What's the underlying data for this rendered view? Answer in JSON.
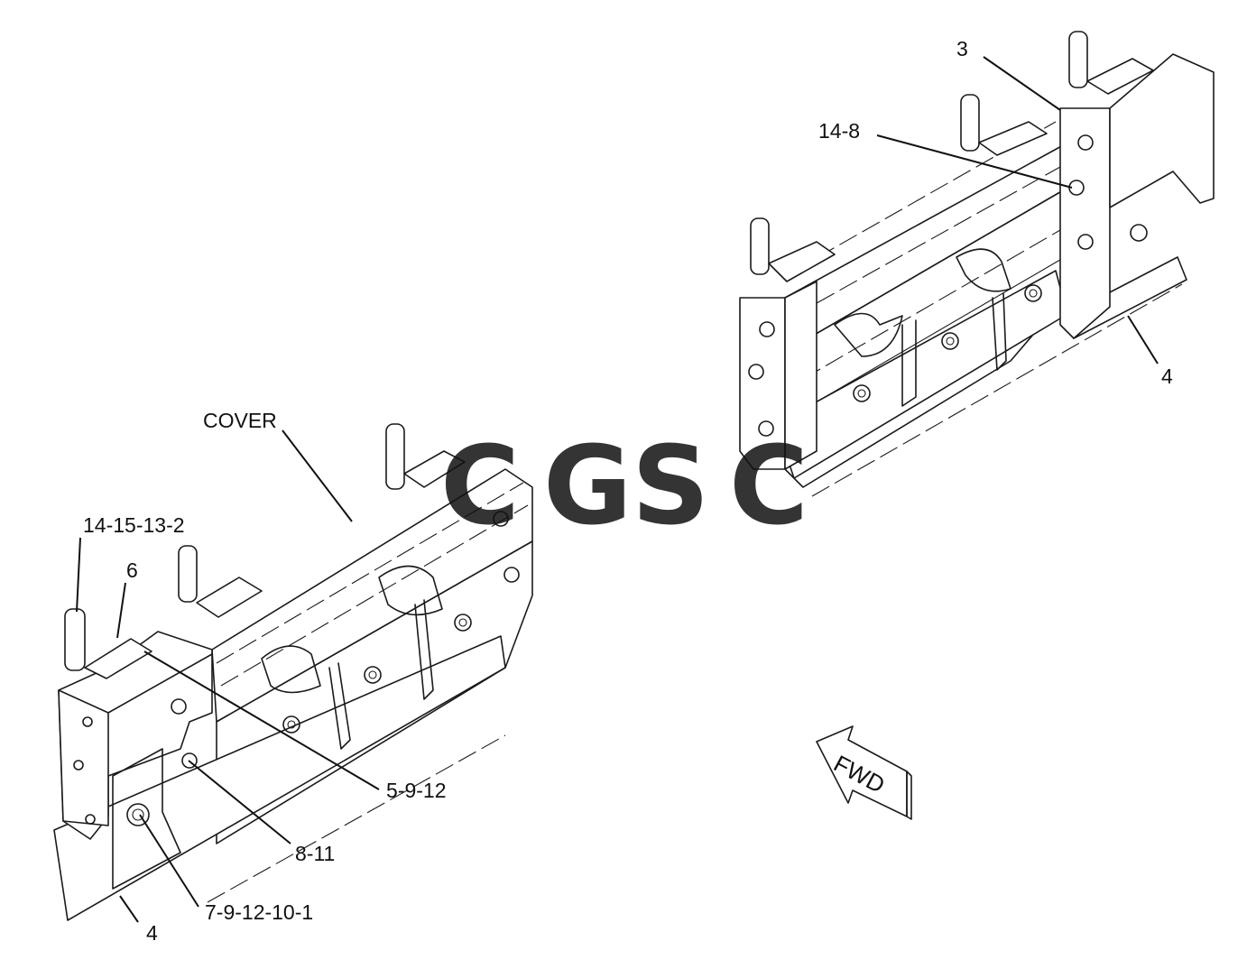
{
  "callouts": {
    "c3": "3",
    "c14_8": "14-8",
    "c4_right": "4",
    "c_cover": "COVER",
    "c14_15_13_2": "14-15-13-2",
    "c6": "6",
    "c5_9_12": "5-9-12",
    "c8_11": "8-11",
    "c7_9_12_10_1": "7-9-12-10-1",
    "c4_left": "4"
  },
  "arrow": {
    "label": "FWD"
  },
  "watermark": {
    "letters": [
      "C",
      "G",
      "S",
      "C"
    ],
    "colors": [
      "#4e8ff0",
      "#f08a7e",
      "#f6d45a",
      "#46b07a"
    ]
  }
}
